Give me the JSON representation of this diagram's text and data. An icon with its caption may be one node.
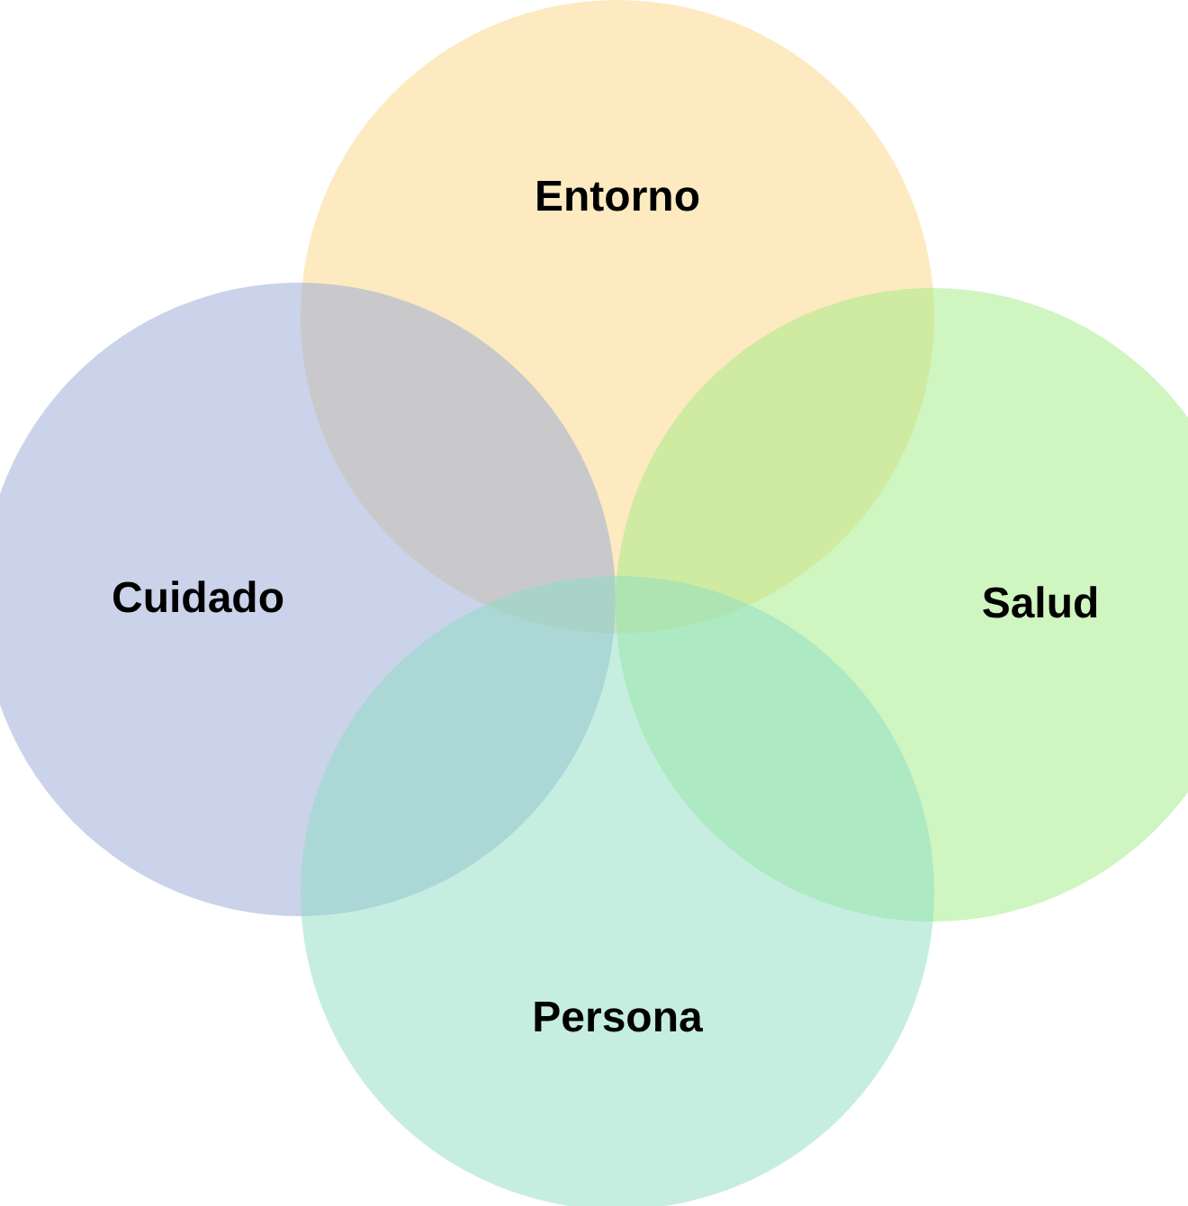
{
  "diagram": {
    "nodes": [
      {
        "text": [
          "Entorno"
        ]
      },
      {
        "text": [
          "Cuidado"
        ]
      },
      {
        "text": [
          "Salud"
        ]
      },
      {
        "text": [
          "Persona"
        ]
      }
    ]
  }
}
